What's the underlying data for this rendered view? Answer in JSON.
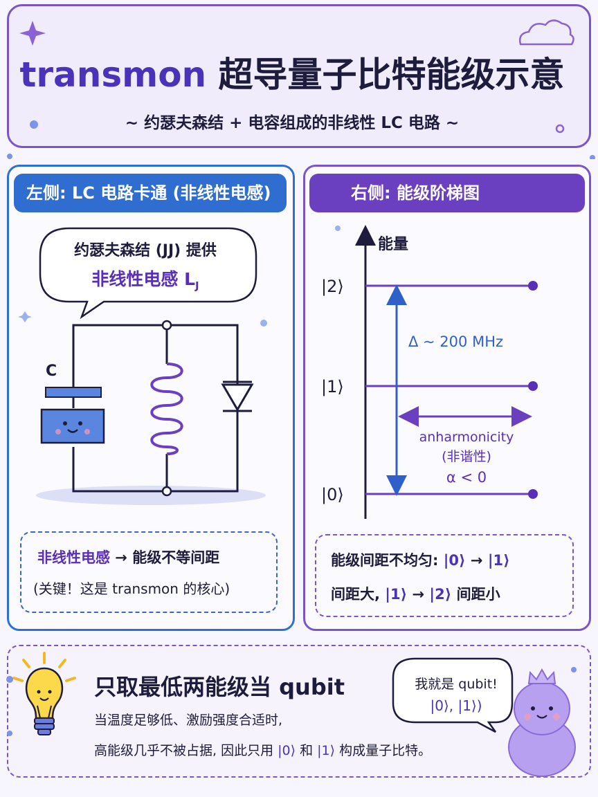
{
  "header": {
    "title_latin": "transmon",
    "title_cn": " 超导量子比特能级示意",
    "subtitle": "~ 约瑟夫森结 + 电容组成的非线性 LC 电路 ~"
  },
  "left_panel": {
    "heading": "左侧: LC 电路卡通 (非线性电感)",
    "speech_line1": "约瑟夫森结 (JJ) 提供",
    "speech_line2": "非线性电感 L",
    "speech_sub": "J",
    "capacitor_label": "C",
    "note_hl": "非线性电感",
    "note_rest": " → 能级不等间距",
    "note_line2": "(关键！这是 transmon 的核心)"
  },
  "right_panel": {
    "heading": "右侧: 能级阶梯图",
    "axis_label": "能量",
    "levels": [
      "|2⟩",
      "|1⟩",
      "|0⟩"
    ],
    "delta_label": "Δ ~ 200 MHz",
    "anh_label1": "anharmonicity",
    "anh_label2": "(非谐性)",
    "anh_label3": "α < 0",
    "note_line1_a": "能级间距不均匀: ",
    "note_line1_k0": "|0⟩",
    "note_line1_arrow": " → ",
    "note_line1_k1": "|1⟩",
    "note_line2_a": "间距大, ",
    "note_line2_k1": "|1⟩",
    "note_line2_arrow": " → ",
    "note_line2_k2": "|2⟩",
    "note_line2_b": " 间距小"
  },
  "bottom": {
    "title": "只取最低两能级当 qubit",
    "line1": "当温度足够低、激励强度合适时,",
    "line2_a": "高能级几乎不被占据, 因此只用 ",
    "line2_k0": "|0⟩",
    "line2_mid": " 和 ",
    "line2_k1": "|1⟩",
    "line2_b": " 构成量子比特。",
    "bubble_line1": "我就是 qubit!",
    "bubble_line2": "|0⟩, |1⟩)"
  },
  "colors": {
    "blue": "#2f6dd0",
    "purple": "#6a3fc0",
    "text": "#1e1c3c"
  }
}
